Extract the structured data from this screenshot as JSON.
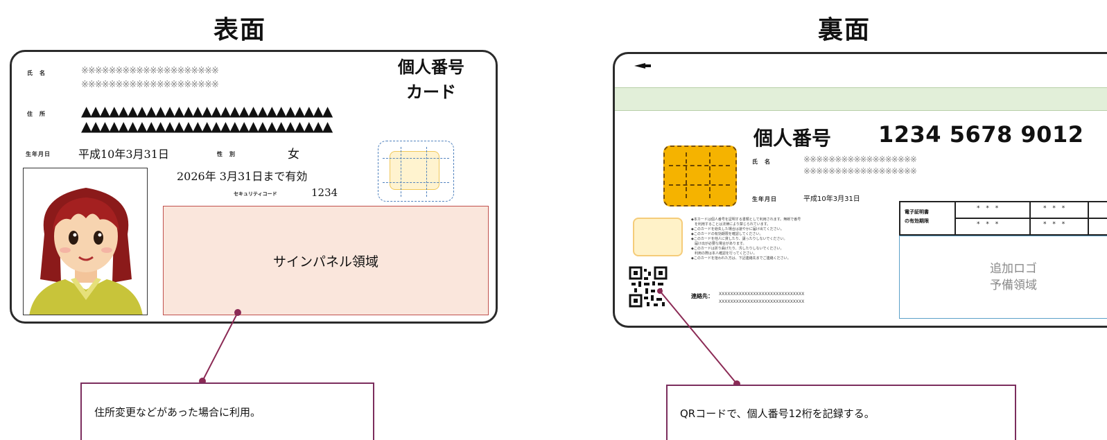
{
  "front": {
    "heading": "表面",
    "name_label": "氏　名",
    "name_mask_1": "※※※※※※※※※※※※※※※※※※※※",
    "name_mask_2": "※※※※※※※※※※※※※※※※※※※※",
    "address_label": "住　所",
    "address_mask_1": "▲▲▲▲▲▲▲▲▲▲▲▲▲▲▲▲▲▲▲▲▲▲▲▲▲▲▲",
    "address_mask_2": "▲▲▲▲▲▲▲▲▲▲▲▲▲▲▲▲▲▲▲▲▲▲▲▲▲▲▲",
    "birth_label": "生年月日",
    "birth_value": "平成10年3月31日",
    "sex_label": "性　別",
    "sex_value": "女",
    "card_title_1": "個人番号",
    "card_title_2": "カード",
    "expiry": "2026年 3月31日まで有効",
    "security_label": "セキュリティコード",
    "security_value": "1234",
    "sign_panel": "サインパネル領域"
  },
  "back": {
    "heading": "裏面",
    "number_label": "個人番号",
    "number_value": "1234 5678 9012",
    "name_label": "氏　名",
    "name_mask_1": "※※※※※※※※※※※※※※※※※※",
    "name_mask_2": "※※※※※※※※※※※※※※※※※※",
    "birth_label": "生年月日",
    "birth_value": "平成10年3月31日",
    "fine_print": [
      "◆本カードは個人番号を証明する書類として利用されます。無断で番号",
      "　を利用することは法律により禁じられています。",
      "◆このカードを紛失した場合は速やかに届け出てください。",
      "◆このカードの有効期限を確認してください。",
      "◆このカードを他人に貸したり、譲ったりしないでください。",
      "　届け出が必要な場合があります。",
      "◆このカードは折り曲げたり、汚したりしないでください。",
      "　利用の際は本人確認を行ってください。",
      "◆このカードを拾われた方は、下記連絡先までご連絡ください。"
    ],
    "contact_label": "連絡先：",
    "contact_line_1": "XXXXXXXXXXXXXXXXXXXXXXXXXXXXXX",
    "contact_line_2": "XXXXXXXXXXXXXXXXXXXXXXXXXXXXXX",
    "cert_label_1": "電子証明書",
    "cert_label_2": "の有効期限",
    "cert_dots": "* * *",
    "logo_line_1": "追加ロゴ",
    "logo_line_2": "予備領域"
  },
  "callouts": {
    "front_note": "住所変更などがあった場合に利用。",
    "back_note": "QRコードで、個人番号12桁を記録する。"
  },
  "colors": {
    "callout_line": "#8b2a55",
    "sign_panel_fill": "#fae6dc",
    "sign_panel_border": "#c0504d",
    "chip_gold": "#f5b300",
    "stripe_green": "#e2efd9",
    "logo_border": "#5aa0c8"
  }
}
